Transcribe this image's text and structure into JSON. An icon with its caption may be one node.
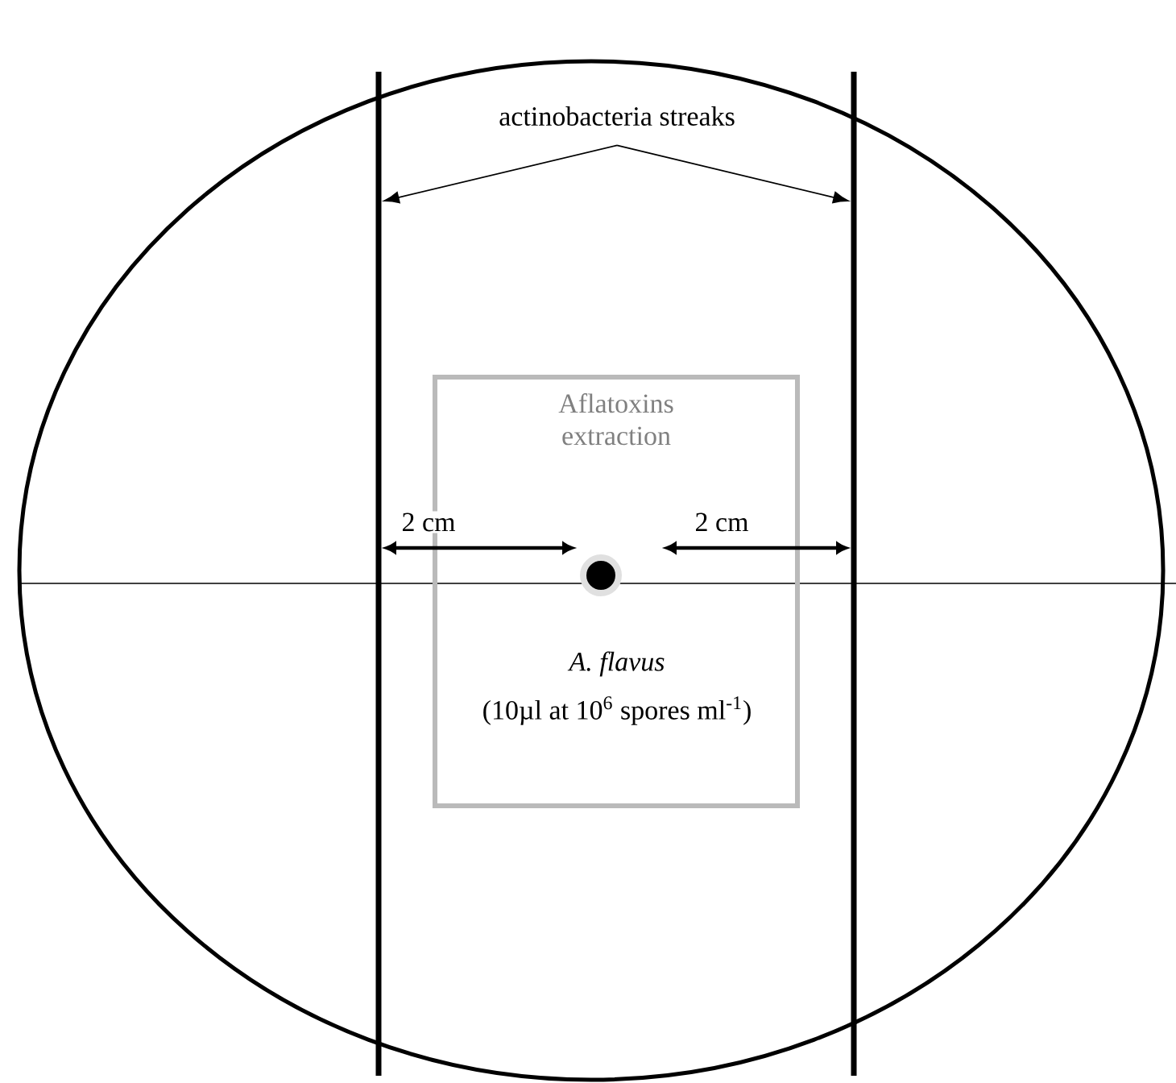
{
  "diagram": {
    "nodes": [
      {
        "text": [
          "Aflatoxins extraction"
        ]
      },
      {
        "text": [],
        "shape": "circle",
        "in": 0,
        "beside": [
          "A. flavus",
          "(10µl at 10$^{6}$ spores ml$^{-1}$)"
        ]
      },
      {
        "text": [
          "actinobacteria streaks"
        ]
      },
      {
        "text": [],
        "shape": "bar"
      },
      {
        "text": [],
        "shape": "bar"
      }
    ],
    "edges": [
      {
        "from": 2,
        "to": 3,
        "arrow": "to"
      },
      {
        "from": 2,
        "to": 4,
        "arrow": "to"
      }
    ],
    "labels": [
      "2 cm",
      "2 cm"
    ]
  }
}
